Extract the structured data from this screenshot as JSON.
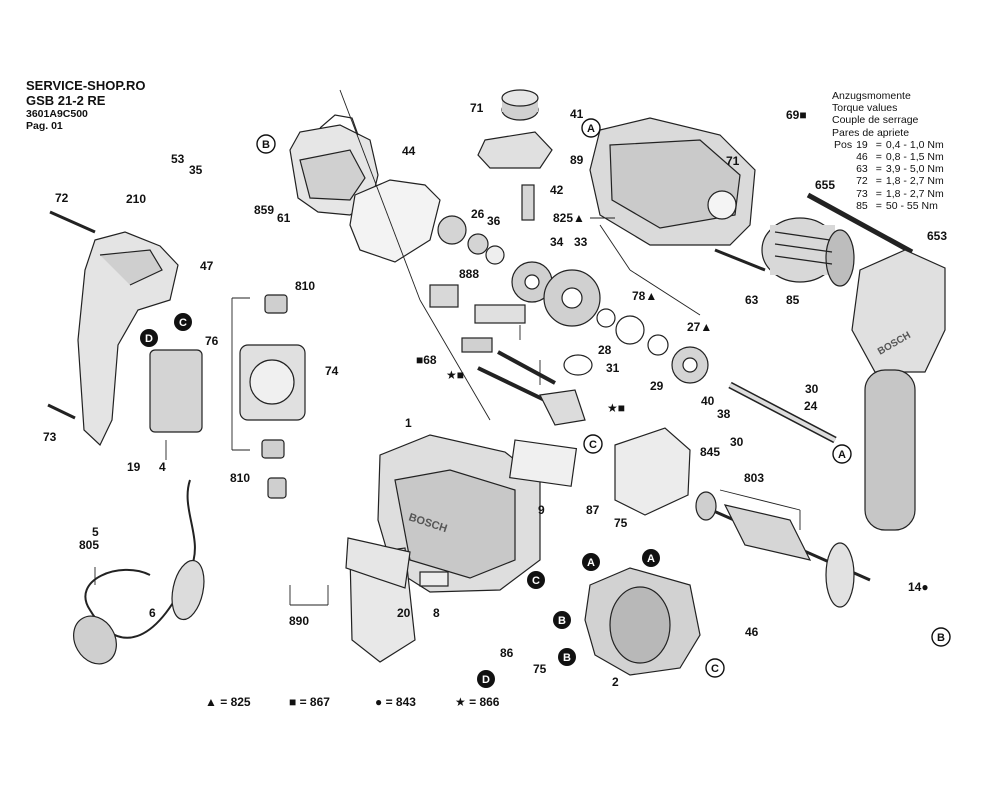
{
  "header": {
    "shop": "SERVICE-SHOP.RO",
    "model": "GSB 21-2 RE",
    "code": "3601A9C500",
    "page": "Pag. 01"
  },
  "torque": {
    "titles": [
      "Anzugsmomente",
      "Torque values",
      "Couple de serrage",
      "Pares de apriete"
    ],
    "pos_label": "Pos",
    "rows": [
      {
        "pos": "19",
        "eq": "=",
        "value": "0,4 - 1,0 Nm"
      },
      {
        "pos": "46",
        "eq": "=",
        "value": "0,8 - 1,5 Nm"
      },
      {
        "pos": "63",
        "eq": "=",
        "value": "3,9 - 5,0 Nm"
      },
      {
        "pos": "72",
        "eq": "=",
        "value": "1,8 - 2,7 Nm"
      },
      {
        "pos": "73",
        "eq": "=",
        "value": "1,8 - 2,7 Nm"
      },
      {
        "pos": "85",
        "eq": "=",
        "value": "50 - 55 Nm"
      }
    ]
  },
  "legend": [
    {
      "symbol": "▲",
      "text": "= 825"
    },
    {
      "symbol": "■",
      "text": "= 867"
    },
    {
      "symbol": "●",
      "text": "= 843"
    },
    {
      "symbol": "★",
      "text": "= 866"
    }
  ],
  "parts": [
    {
      "id": "p71a",
      "label": "71"
    },
    {
      "id": "p41",
      "label": "41"
    },
    {
      "id": "p69",
      "label": "69■"
    },
    {
      "id": "p89",
      "label": "89"
    },
    {
      "id": "p42",
      "label": "42"
    },
    {
      "id": "p71b",
      "label": "71"
    },
    {
      "id": "p825",
      "label": "825▲"
    },
    {
      "id": "p655",
      "label": "655"
    },
    {
      "id": "p653",
      "label": "653"
    },
    {
      "id": "p53",
      "label": "53"
    },
    {
      "id": "p35",
      "label": "35"
    },
    {
      "id": "p210",
      "label": "210"
    },
    {
      "id": "p44",
      "label": "44"
    },
    {
      "id": "p72",
      "label": "72"
    },
    {
      "id": "p859",
      "label": "859"
    },
    {
      "id": "p61",
      "label": "61"
    },
    {
      "id": "p26",
      "label": "26"
    },
    {
      "id": "p36",
      "label": "36"
    },
    {
      "id": "p34",
      "label": "34"
    },
    {
      "id": "p33",
      "label": "33"
    },
    {
      "id": "p47",
      "label": "47"
    },
    {
      "id": "p810a",
      "label": "810"
    },
    {
      "id": "p888",
      "label": "888"
    },
    {
      "id": "p78",
      "label": "78▲"
    },
    {
      "id": "p63",
      "label": "63"
    },
    {
      "id": "p85",
      "label": "85"
    },
    {
      "id": "p27",
      "label": "27▲"
    },
    {
      "id": "p76",
      "label": "76"
    },
    {
      "id": "p68",
      "label": "■68"
    },
    {
      "id": "p28",
      "label": "28"
    },
    {
      "id": "pstar",
      "label": "★■"
    },
    {
      "id": "p31",
      "label": "31"
    },
    {
      "id": "p29",
      "label": "29"
    },
    {
      "id": "p74",
      "label": "74"
    },
    {
      "id": "p30a",
      "label": "30"
    },
    {
      "id": "p40",
      "label": "40"
    },
    {
      "id": "p38",
      "label": "38"
    },
    {
      "id": "p24",
      "label": "24"
    },
    {
      "id": "pstarsq",
      "label": "★■"
    },
    {
      "id": "p73",
      "label": "73"
    },
    {
      "id": "p1",
      "label": "1"
    },
    {
      "id": "p19",
      "label": "19"
    },
    {
      "id": "p4",
      "label": "4"
    },
    {
      "id": "p30b",
      "label": "30"
    },
    {
      "id": "p845",
      "label": "845"
    },
    {
      "id": "p803",
      "label": "803"
    },
    {
      "id": "p810b",
      "label": "810"
    },
    {
      "id": "p9",
      "label": "9"
    },
    {
      "id": "p87",
      "label": "87"
    },
    {
      "id": "p75a",
      "label": "75"
    },
    {
      "id": "p5",
      "label": "5"
    },
    {
      "id": "p805",
      "label": "805"
    },
    {
      "id": "p14",
      "label": "14●"
    },
    {
      "id": "p6",
      "label": "6"
    },
    {
      "id": "p890",
      "label": "890"
    },
    {
      "id": "p20",
      "label": "20"
    },
    {
      "id": "p8",
      "label": "8"
    },
    {
      "id": "p46",
      "label": "46"
    },
    {
      "id": "p86",
      "label": "86"
    },
    {
      "id": "p75b",
      "label": "75"
    },
    {
      "id": "p2",
      "label": "2"
    }
  ],
  "callouts": [
    {
      "id": "cB1",
      "letter": "B"
    },
    {
      "id": "cA1",
      "letter": "A"
    },
    {
      "id": "cD1",
      "letter": "D"
    },
    {
      "id": "cC1",
      "letter": "C"
    },
    {
      "id": "cA2",
      "letter": "A"
    },
    {
      "id": "cC2",
      "letter": "C"
    },
    {
      "id": "cA3",
      "letter": "A"
    },
    {
      "id": "cC3",
      "letter": "C"
    },
    {
      "id": "cA4",
      "letter": "A"
    },
    {
      "id": "cB2",
      "letter": "B"
    },
    {
      "id": "cB3",
      "letter": "B"
    },
    {
      "id": "cB4",
      "letter": "B"
    },
    {
      "id": "cC4",
      "letter": "C"
    },
    {
      "id": "cD2",
      "letter": "D"
    }
  ]
}
